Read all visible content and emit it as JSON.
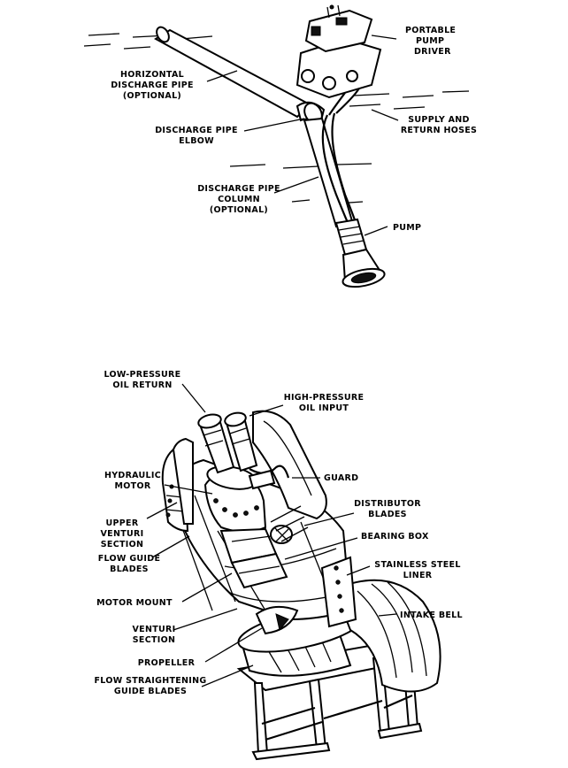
{
  "top_diagram": {
    "labels": {
      "portable_pump_driver": [
        "PORTABLE",
        "PUMP",
        "DRIVER"
      ],
      "horizontal_discharge_pipe": [
        "HORIZONTAL",
        "DISCHARGE PIPE",
        "(OPTIONAL)"
      ],
      "supply_return_hoses": [
        "SUPPLY AND",
        "RETURN HOSES"
      ],
      "discharge_pipe_elbow": [
        "DISCHARGE PIPE",
        "ELBOW"
      ],
      "discharge_pipe_column": [
        "DISCHARGE PIPE",
        "COLUMN",
        "(OPTIONAL)"
      ],
      "pump": [
        "PUMP"
      ]
    }
  },
  "bottom_diagram": {
    "labels": {
      "low_pressure_oil_return": [
        "LOW-PRESSURE",
        "OIL RETURN"
      ],
      "high_pressure_oil_input": [
        "HIGH-PRESSURE",
        "OIL INPUT"
      ],
      "guard": [
        "GUARD"
      ],
      "hydraulic_motor": [
        "HYDRAULIC",
        "MOTOR"
      ],
      "distributor_blades": [
        "DISTRIBUTOR",
        "BLADES"
      ],
      "upper_venturi_section": [
        "UPPER",
        "VENTURI",
        "SECTION"
      ],
      "bearing_box": [
        "BEARING BOX"
      ],
      "flow_guide_blades": [
        "FLOW GUIDE",
        "BLADES"
      ],
      "stainless_steel_liner": [
        "STAINLESS STEEL",
        "LINER"
      ],
      "motor_mount": [
        "MOTOR MOUNT"
      ],
      "intake_bell": [
        "INTAKE BELL"
      ],
      "venturi_section": [
        "VENTURI",
        "SECTION"
      ],
      "propeller": [
        "PROPELLER"
      ],
      "flow_straightening_guide_blades": [
        "FLOW STRAIGHTENING",
        "GUIDE BLADES"
      ]
    }
  }
}
